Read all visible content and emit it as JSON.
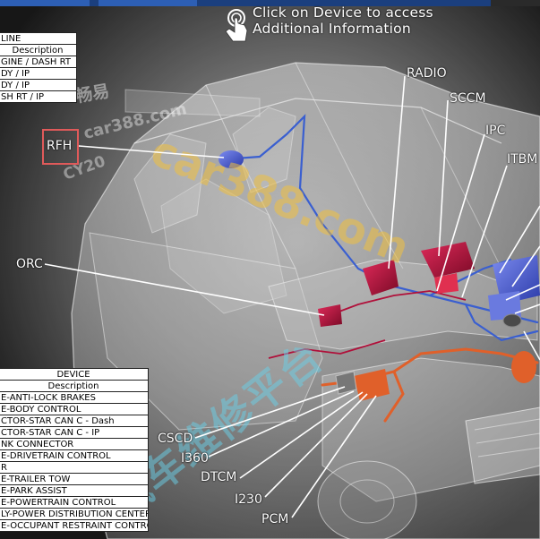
{
  "hint": {
    "line1": "Click on Device to access",
    "line2": "Additional Information"
  },
  "wiring_table": {
    "header": "LINE",
    "subheader": "Description",
    "rows": [
      "GINE / DASH RT",
      "DY / IP",
      "DY / IP",
      "SH RT / IP"
    ]
  },
  "device_table": {
    "header": "DEVICE",
    "subheader": "Description",
    "rows": [
      "E-ANTI-LOCK BRAKES",
      "E-BODY CONTROL",
      "CTOR-STAR CAN C - Dash",
      "CTOR-STAR CAN C - IP",
      "NK CONNECTOR",
      "E-DRIVETRAIN CONTROL",
      "R",
      "E-TRAILER TOW",
      "E-PARK ASSIST",
      "E-POWERTRAIN CONTROL",
      "LY-POWER DISTRIBUTION CENTER",
      "E-OCCUPANT RESTRAINT CONTROLLER"
    ]
  },
  "devices": {
    "radio": "RADIO",
    "sccm": "SCCM",
    "ipc": "IPC",
    "itbm": "ITBM",
    "rfh": "RFH",
    "orc": "ORC",
    "cscd": "CSCD",
    "i360": "I360",
    "dtcm": "DTCM",
    "i230": "I230",
    "pcm": "PCM"
  },
  "watermark": {
    "chinese_top": "畅易",
    "site_small": "car388.com",
    "site_large": "car388.com",
    "site_id": "CY20",
    "chinese_bottom": "汽车维修平台"
  },
  "colors": {
    "selected_box": "#e05a5a",
    "module_red": "#b0103a",
    "wire_blue": "#3a5fd0",
    "wire_orange": "#e0602a"
  }
}
